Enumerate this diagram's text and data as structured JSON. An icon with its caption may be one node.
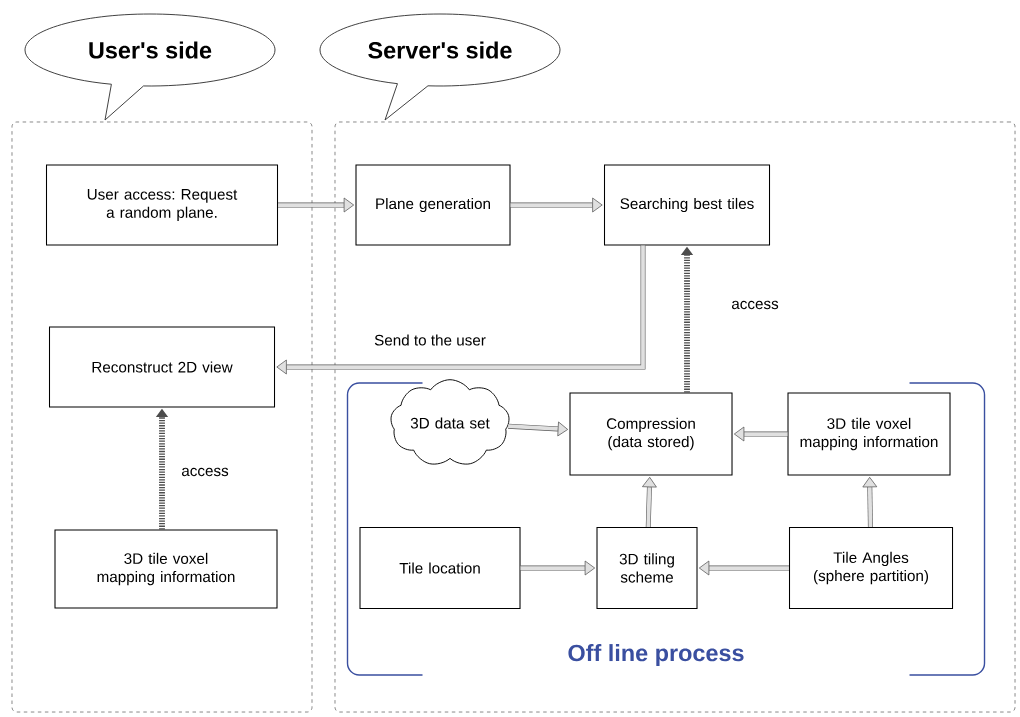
{
  "diagram": {
    "nodes": [
      {
        "text": [
          "User's side"
        ]
      },
      {
        "text": [
          "Server's side"
        ]
      },
      {
        "text": [],
        "shape": "box"
      },
      {
        "text": [],
        "shape": "box"
      },
      {
        "text": [
          "User access: Request a random plane."
        ],
        "in": 2
      },
      {
        "text": [
          "Plane generation"
        ],
        "in": 3
      },
      {
        "text": [
          "Searching best tiles"
        ],
        "in": 3
      },
      {
        "text": [
          "Reconstruct 2D view"
        ],
        "in": 2
      },
      {
        "text": [
          "Off line process"
        ],
        "in": 3
      },
      {
        "text": [
          "3D data set"
        ],
        "in": 8
      },
      {
        "text": [
          "Compression (data stored)"
        ],
        "in": 8
      },
      {
        "text": [
          "3D tile voxel mapping information"
        ],
        "in": 8
      },
      {
        "text": [
          "Tile location"
        ],
        "in": 8
      },
      {
        "text": [
          "3D tiling scheme"
        ],
        "in": 8
      },
      {
        "text": [
          "Tile Angles (sphere partition)"
        ],
        "in": 8
      },
      {
        "text": [
          "3D tile voxel mapping information"
        ],
        "in": 2
      }
    ],
    "edges": [
      {
        "from": 4,
        "to": 5,
        "arrow": "to"
      },
      {
        "from": 5,
        "to": 6,
        "arrow": "to"
      },
      {
        "from": 6,
        "to": 7,
        "arrow": "to",
        "label": "Send to the user"
      },
      {
        "from": 10,
        "to": 6,
        "arrow": "to",
        "label": "access",
        "style": "dashed"
      },
      {
        "from": 15,
        "to": 7,
        "arrow": "to",
        "label": "access",
        "style": "dashed"
      },
      {
        "from": 9,
        "to": 10,
        "arrow": "to"
      },
      {
        "from": 11,
        "to": 10,
        "arrow": "to"
      },
      {
        "from": 13,
        "to": 10,
        "arrow": "to"
      },
      {
        "from": 12,
        "to": 13,
        "arrow": "to"
      },
      {
        "from": 14,
        "to": 13,
        "arrow": "to"
      },
      {
        "from": 14,
        "to": 11,
        "arrow": "to"
      }
    ]
  }
}
